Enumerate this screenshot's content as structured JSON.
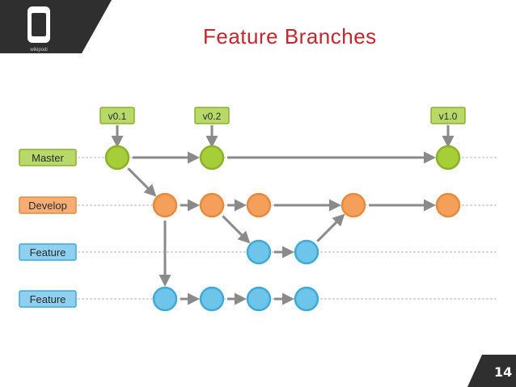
{
  "title": "Feature Branches",
  "logo": {
    "caption": "wikipodi"
  },
  "page_number": "14",
  "colors": {
    "title": "#c0282e",
    "master": "#a6ce39",
    "master_stroke": "#8bb02a",
    "master_label_fill": "#b8d96a",
    "develop": "#f5a05a",
    "develop_stroke": "#e8893c",
    "develop_label_fill": "#f6ae76",
    "feature": "#6dc5ea",
    "feature_stroke": "#3fa9d8",
    "feature_label_fill": "#8fd0ee",
    "arrow": "#8a8a8a",
    "dark": "#2f2f2f"
  },
  "branches": [
    {
      "key": "master",
      "label": "Master"
    },
    {
      "key": "develop",
      "label": "Develop"
    },
    {
      "key": "feature1",
      "label": "Feature"
    },
    {
      "key": "feature2",
      "label": "Feature"
    }
  ],
  "tags": [
    {
      "label": "v0.1",
      "commit": "m1"
    },
    {
      "label": "v0.2",
      "commit": "m2"
    },
    {
      "label": "v1.0",
      "commit": "m3"
    }
  ],
  "commits": [
    {
      "id": "m1",
      "branch": "master",
      "slot": 0
    },
    {
      "id": "m2",
      "branch": "master",
      "slot": 2
    },
    {
      "id": "m3",
      "branch": "master",
      "slot": 7
    },
    {
      "id": "d1",
      "branch": "develop",
      "slot": 1
    },
    {
      "id": "d2",
      "branch": "develop",
      "slot": 2
    },
    {
      "id": "d3",
      "branch": "develop",
      "slot": 3
    },
    {
      "id": "d4",
      "branch": "develop",
      "slot": 5
    },
    {
      "id": "d5",
      "branch": "develop",
      "slot": 7
    },
    {
      "id": "f1",
      "branch": "feature1",
      "slot": 3
    },
    {
      "id": "f2",
      "branch": "feature1",
      "slot": 4
    },
    {
      "id": "g1",
      "branch": "feature2",
      "slot": 1
    },
    {
      "id": "g2",
      "branch": "feature2",
      "slot": 2
    },
    {
      "id": "g3",
      "branch": "feature2",
      "slot": 3
    },
    {
      "id": "g4",
      "branch": "feature2",
      "slot": 4
    }
  ],
  "edges": [
    [
      "m1",
      "m2"
    ],
    [
      "m2",
      "m3"
    ],
    [
      "m1",
      "d1"
    ],
    [
      "d1",
      "d2"
    ],
    [
      "d2",
      "d3"
    ],
    [
      "d3",
      "d4"
    ],
    [
      "d4",
      "d5"
    ],
    [
      "d2",
      "f1"
    ],
    [
      "f1",
      "f2"
    ],
    [
      "f2",
      "d4"
    ],
    [
      "d1",
      "g1"
    ],
    [
      "g1",
      "g2"
    ],
    [
      "g2",
      "g3"
    ],
    [
      "g3",
      "g4"
    ]
  ]
}
